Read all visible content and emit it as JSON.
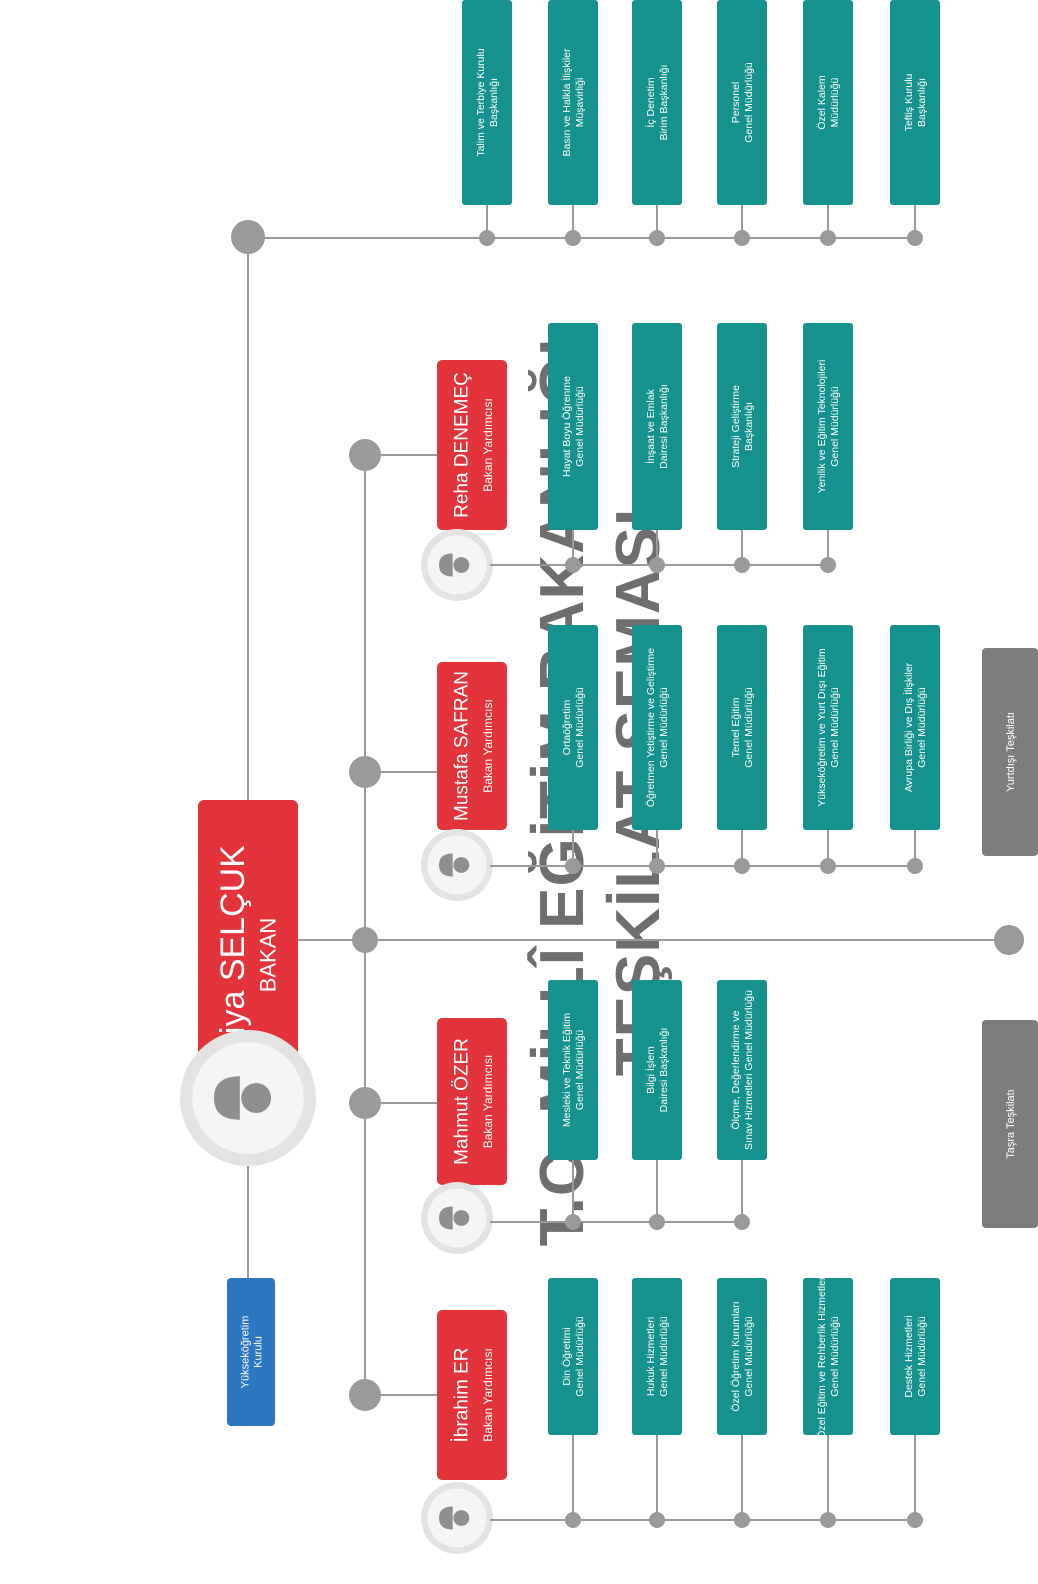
{
  "title": {
    "line1": "T.C. MİLLÎ EĞİTİM BAKANLIĞI",
    "line2": "TEŞKİLAT ŞEMASI"
  },
  "colors": {
    "teal": "#16928e",
    "red": "#e2343a",
    "blue": "#2f76c0",
    "gray_box": "#7d7d7d",
    "connector": "#9a9a9a",
    "title": "#6e6e6e"
  },
  "minister": {
    "name": "Ziya SELÇUK",
    "role": "BAKAN",
    "icon": "person-avatar-icon"
  },
  "yok": {
    "lines": [
      "Yükseköğretim",
      "Kurulu"
    ]
  },
  "deputies": [
    {
      "name": "İbrahim ER",
      "role": "Bakan Yardımcısı",
      "units": [
        [
          "Din Öğretimi",
          "Genel Müdürlüğü"
        ],
        [
          "Hukuk Hizmetleri",
          "Genel Müdürlüğü"
        ],
        [
          "Özel Öğretim Kurumları",
          "Genel Müdürlüğü"
        ],
        [
          "Özel Eğitim ve Rehberlik Hizmetleri",
          "Genel Müdürlüğü"
        ],
        [
          "Destek Hizmetleri",
          "Genel Müdürlüğü"
        ]
      ]
    },
    {
      "name": "Mahmut ÖZER",
      "role": "Bakan Yardımcısı",
      "units": [
        [
          "Mesleki ve Teknik Eğitim",
          "Genel Müdürlüğü"
        ],
        [
          "Bilgi İşlem",
          "Dairesi Başkanlığı"
        ],
        [
          "Ölçme, Değerlendirme ve",
          "Sınav Hizmetleri Genel Müdürlüğü"
        ]
      ]
    },
    {
      "name": "Mustafa SAFRAN",
      "role": "Bakan Yardımcısı",
      "units": [
        [
          "Ortaöğretim",
          "Genel Müdürlüğü"
        ],
        [
          "Öğretmen Yetiştirme ve Geliştirme",
          "Genel Müdürlüğü"
        ],
        [
          "Temel Eğitim",
          "Genel Müdürlüğü"
        ],
        [
          "Yükseköğretim ve Yurt Dışı Eğitim",
          "Genel Müdürlüğü"
        ],
        [
          "Avrupa Birliği ve Dış İlişkiler",
          "Genel Müdürlüğü"
        ]
      ]
    },
    {
      "name": "Reha DENEMEÇ",
      "role": "Bakan Yardımcısı",
      "units": [
        [
          "Hayat Boyu Öğrenme",
          "Genel Müdürlüğü"
        ],
        [
          "İnşaat ve Emlak",
          "Dairesi Başkanlığı"
        ],
        [
          "Strateji Geliştirme",
          "Başkanlığı"
        ],
        [
          "Yenilik ve Eğitim Teknolojileri",
          "Genel Müdürlüğü"
        ]
      ]
    }
  ],
  "direct_units": [
    [
      "Talim ve Terbiye Kurulu",
      "Başkanlığı"
    ],
    [
      "Basın ve Halkla İlişkiler",
      "Müşavirliği"
    ],
    [
      "İç Denetim",
      "Birim Başkanlığı"
    ],
    [
      "Personel",
      "Genel Müdürlüğü"
    ],
    [
      "Özel Kalem",
      "Müdürlüğü"
    ],
    [
      "Teftiş Kurulu",
      "Başkanlığı"
    ]
  ],
  "organizations": [
    {
      "label": "Taşra Teşkilatı"
    },
    {
      "label": "Yurtdışı Teşkilatı"
    }
  ]
}
